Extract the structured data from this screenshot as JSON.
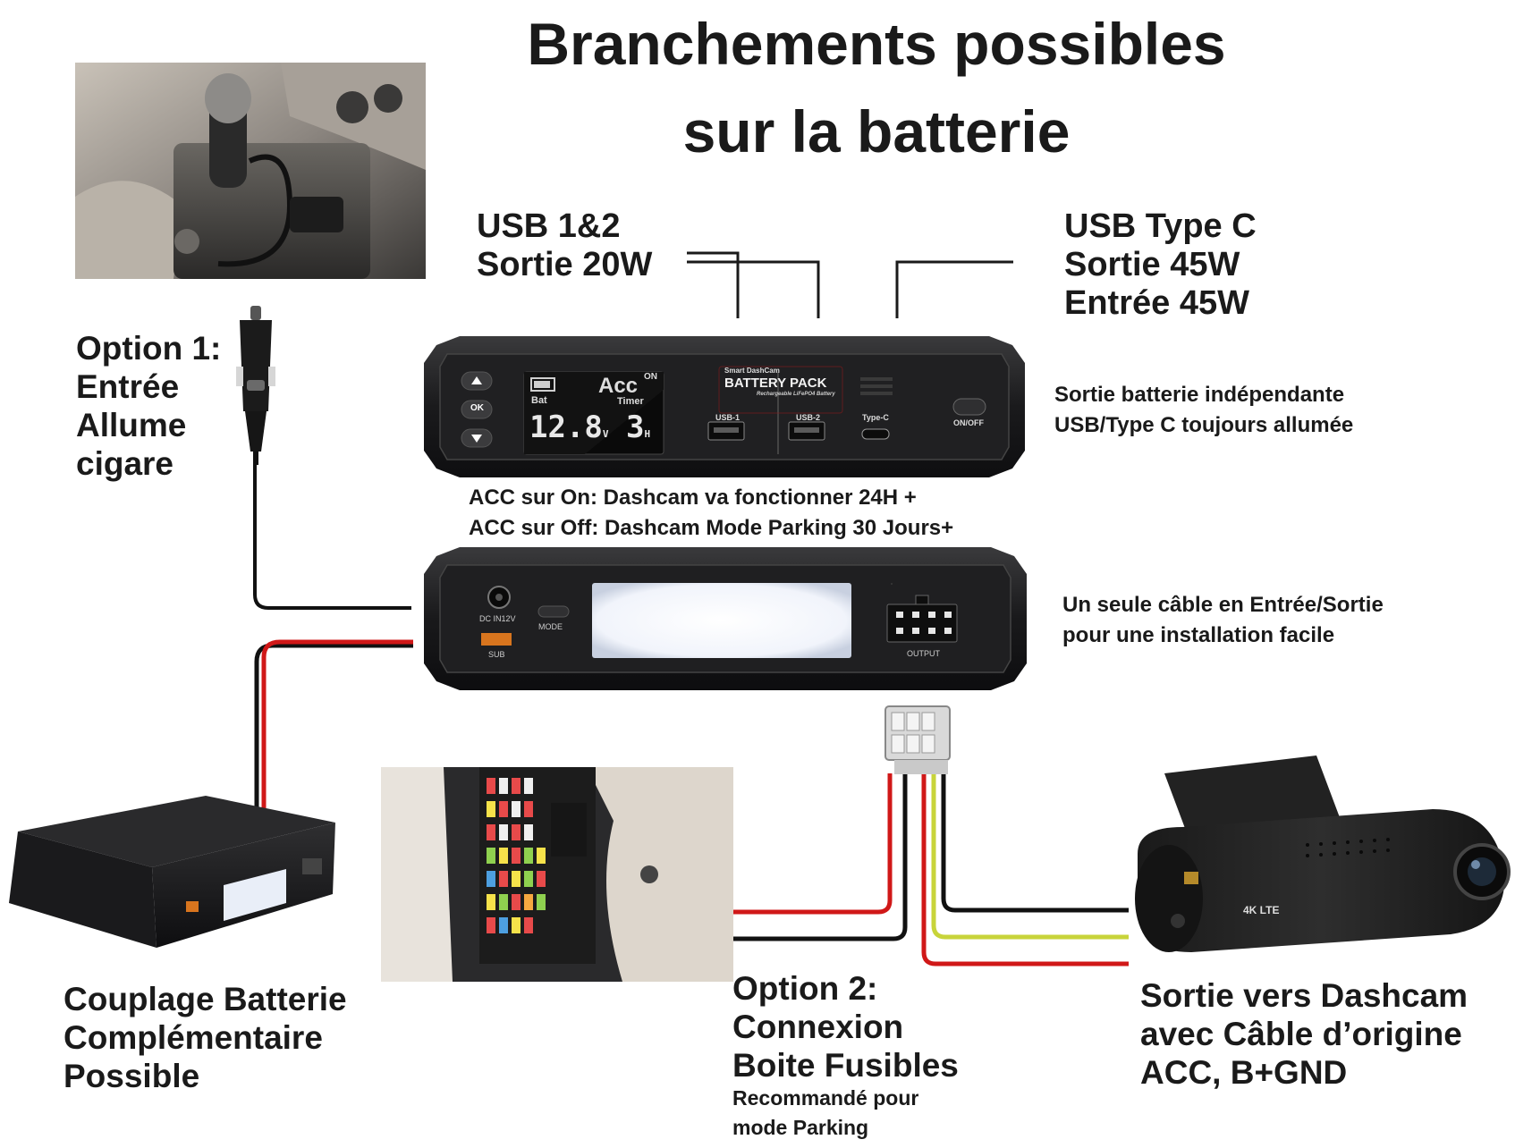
{
  "title": [
    "Branchements possibles",
    "sur la batterie"
  ],
  "usb12": [
    "USB 1&2",
    "Sortie 20W"
  ],
  "typec": [
    "USB Type C",
    "Sortie 45W",
    "Entrée 45W"
  ],
  "option1": [
    "Option 1:",
    "Entrée",
    "Allume",
    "cigare"
  ],
  "side_note_top": [
    "Sortie batterie indépendante",
    "USB/Type C toujours allumée"
  ],
  "acc_note": [
    "ACC sur On: Dashcam va fonctionner 24H +",
    "ACC sur Off: Dashcam Mode Parking 30 Jours+"
  ],
  "side_note_bottom": [
    "Un seule câble en Entrée/Sortie",
    "pour une installation facile"
  ],
  "couplage": [
    "Couplage Batterie",
    "Complémentaire",
    "Possible"
  ],
  "option2": [
    "Option 2:",
    "Connexion",
    "Boite Fusibles"
  ],
  "option2_sub": [
    "Recommandé pour",
    "mode Parking"
  ],
  "sortie": [
    "Sortie vers Dashcam",
    "avec Câble d’origine",
    "ACC, B+GND"
  ],
  "device_front": {
    "lcd_acc": "Acc",
    "lcd_on": "ON",
    "lcd_bat": "Bat",
    "lcd_timer": "Timer",
    "lcd_voltage": "12.8",
    "lcd_v": "V",
    "lcd_hours": "3",
    "lcd_h": "H",
    "btn_ok": "OK",
    "brand_small": "Smart DashCam",
    "brand": "BATTERY PACK",
    "brand_sub": "Rechargeable LiFePO4 Battery",
    "usb1": "USB-1",
    "usb2": "USB-2",
    "typec": "Type-C",
    "onoff": "ON/OFF"
  },
  "device_back": {
    "dcin": "DC IN12V",
    "mode": "MODE",
    "sub": "SUB",
    "output": "OUTPUT"
  },
  "dashcam": {
    "label": "4K LTE"
  },
  "colors": {
    "wire_red": "#d01818",
    "wire_yellow": "#c8d43a",
    "wire_black": "#111111",
    "device": "#1d1d1f"
  }
}
